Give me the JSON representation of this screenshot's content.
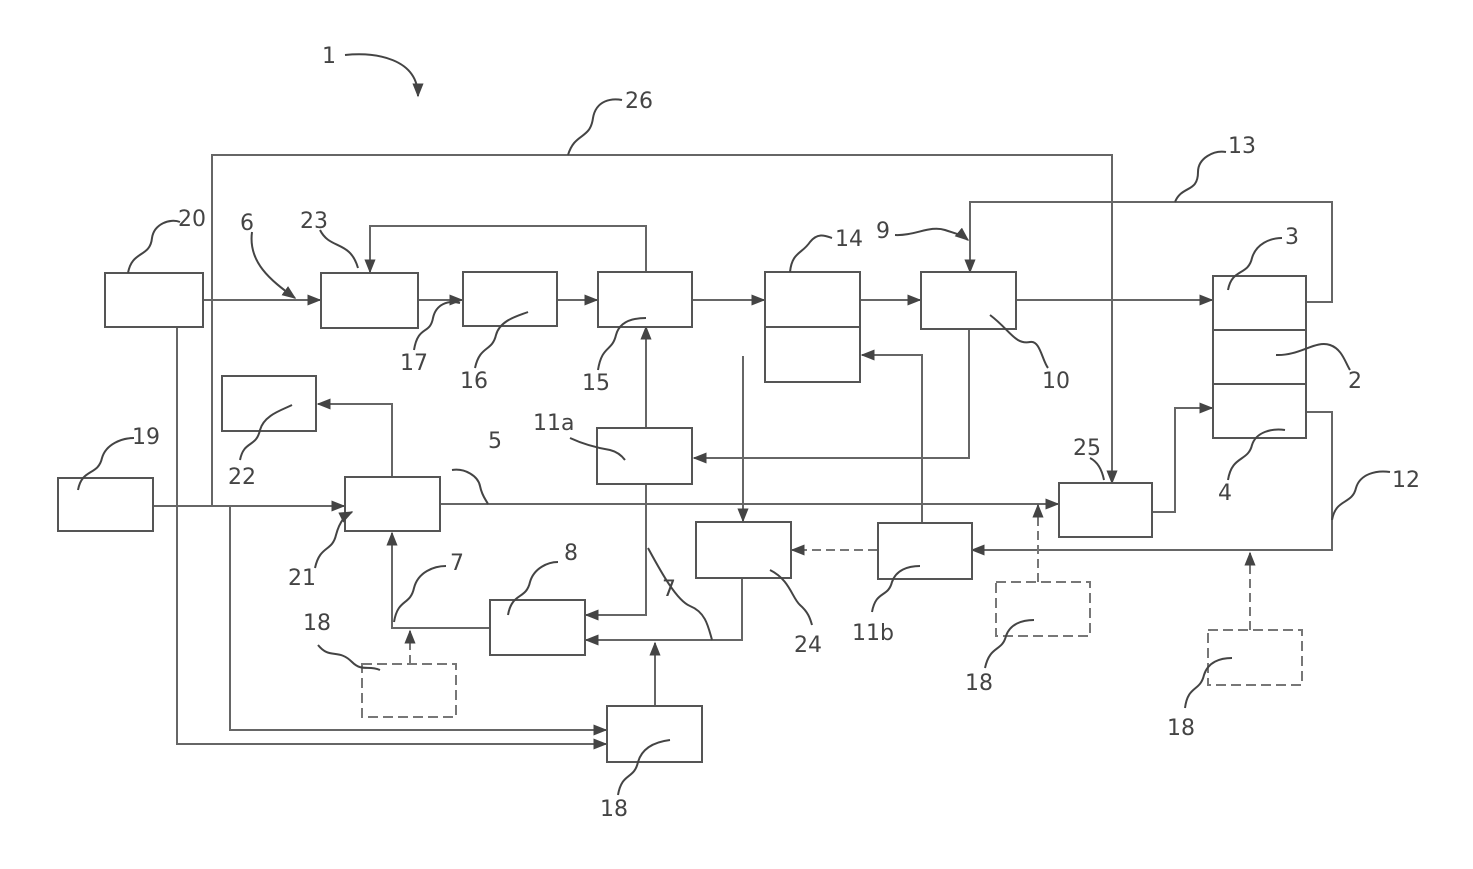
{
  "labels": {
    "l1": "1",
    "l2": "2",
    "l3": "3",
    "l4": "4",
    "l5": "5",
    "l6": "6",
    "l7a": "7",
    "l7b": "7",
    "l8": "8",
    "l9": "9",
    "l10": "10",
    "l11a": "11a",
    "l11b": "11b",
    "l12": "12",
    "l13": "13",
    "l14": "14",
    "l15": "15",
    "l16": "16",
    "l17": "17",
    "l18a": "18",
    "l18b": "18",
    "l18c": "18",
    "l18d": "18",
    "l19": "19",
    "l20": "20",
    "l21": "21",
    "l22": "22",
    "l23": "23",
    "l24": "24",
    "l25": "25",
    "l26": "26"
  }
}
